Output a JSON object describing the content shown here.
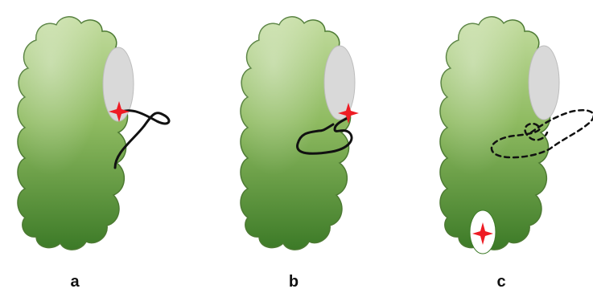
{
  "panels": [
    {
      "label": "a"
    },
    {
      "label": "b"
    },
    {
      "label": "c"
    }
  ],
  "colors": {
    "blob_light": "#bcd89a",
    "blob_mid": "#8fbc63",
    "blob_dark": "#3f7d2a",
    "blob_edge": "#4f7d34",
    "pocket_fill": "#d8d8d8",
    "loop_stroke": "#111111",
    "star_fill": "#ee1c24"
  },
  "icons": {
    "binding_site": "red-four-point-star-icon"
  }
}
